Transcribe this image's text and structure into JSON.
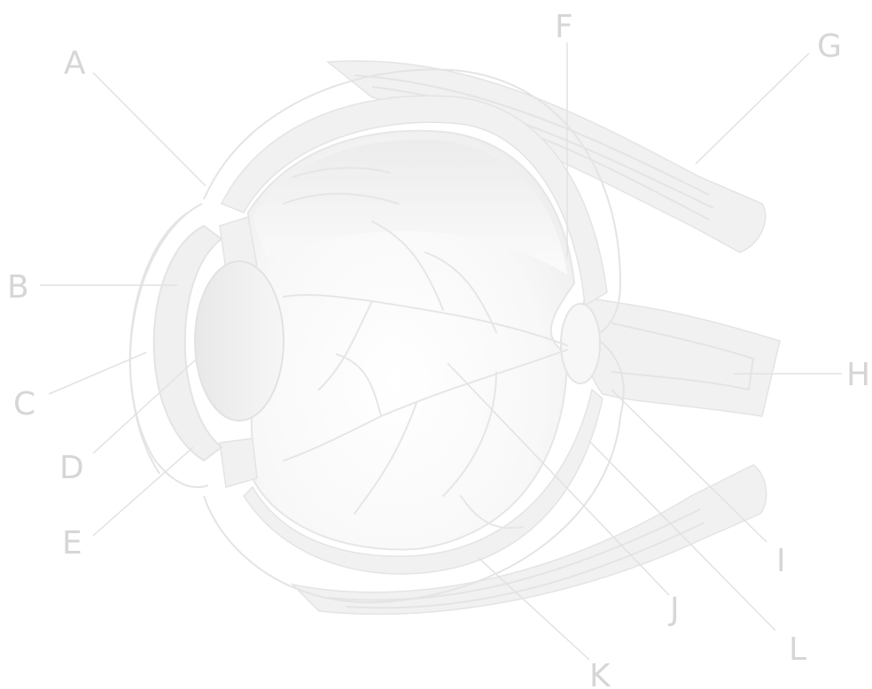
{
  "diagram": {
    "labels": [
      {
        "id": "A",
        "text": "A"
      },
      {
        "id": "B",
        "text": "B"
      },
      {
        "id": "C",
        "text": "C"
      },
      {
        "id": "D",
        "text": "D"
      },
      {
        "id": "E",
        "text": "E"
      },
      {
        "id": "F",
        "text": "F"
      },
      {
        "id": "G",
        "text": "G"
      },
      {
        "id": "H",
        "text": "H"
      },
      {
        "id": "I",
        "text": "I"
      },
      {
        "id": "J",
        "text": "J"
      },
      {
        "id": "K",
        "text": "K"
      },
      {
        "id": "L",
        "text": "L"
      }
    ],
    "colors": {
      "line": "#e4e4e4",
      "label": "#d6d6d6",
      "fill": "#f1f1f1"
    }
  }
}
